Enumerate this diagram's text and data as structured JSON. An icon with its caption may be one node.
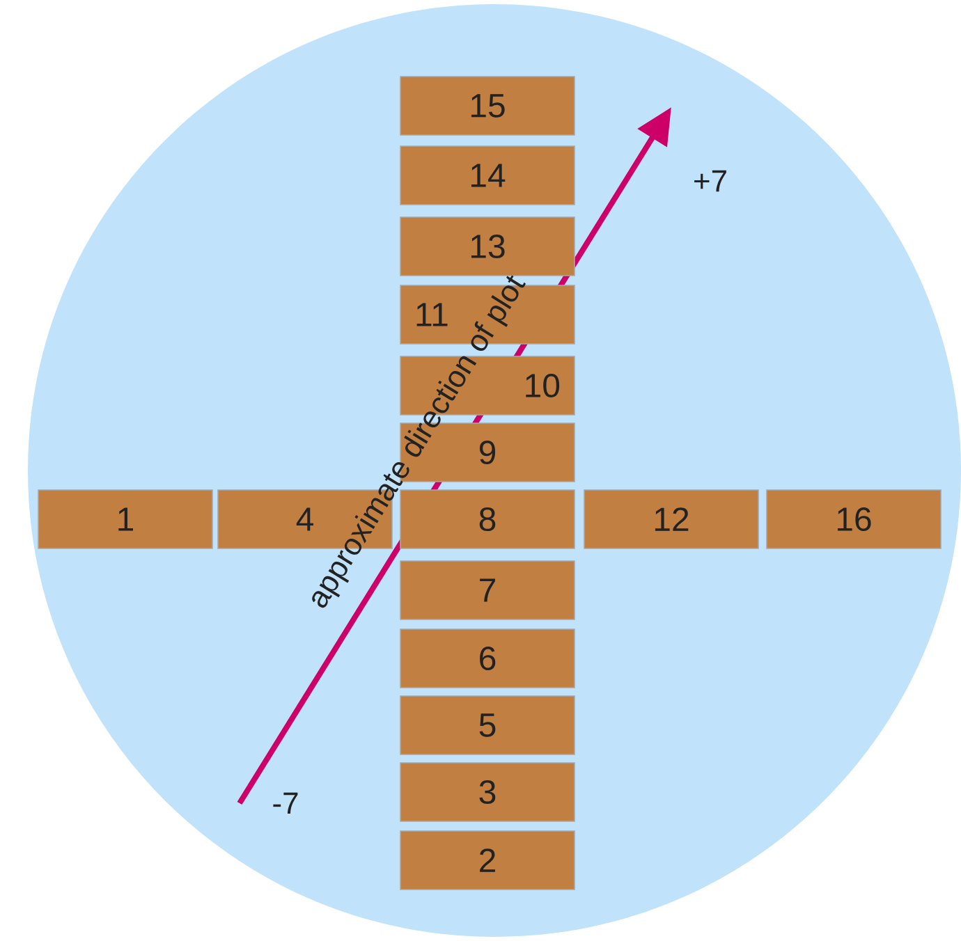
{
  "diagram": {
    "nodes": [
      {
        "text": [
          "15"
        ]
      },
      {
        "text": [
          "14"
        ]
      },
      {
        "text": [
          "13"
        ]
      },
      {
        "text": [
          "11"
        ]
      },
      {
        "text": [
          "10"
        ]
      },
      {
        "text": [
          "9"
        ]
      },
      {
        "text": [
          "1"
        ]
      },
      {
        "text": [
          "4"
        ]
      },
      {
        "text": [
          "8"
        ]
      },
      {
        "text": [
          "12"
        ]
      },
      {
        "text": [
          "16"
        ]
      },
      {
        "text": [
          "7"
        ]
      },
      {
        "text": [
          "6"
        ]
      },
      {
        "text": [
          "5"
        ]
      },
      {
        "text": [
          "3"
        ]
      },
      {
        "text": [
          "2"
        ]
      }
    ],
    "labels": [
      "+7",
      "approximate direction of plot",
      "-7"
    ]
  }
}
